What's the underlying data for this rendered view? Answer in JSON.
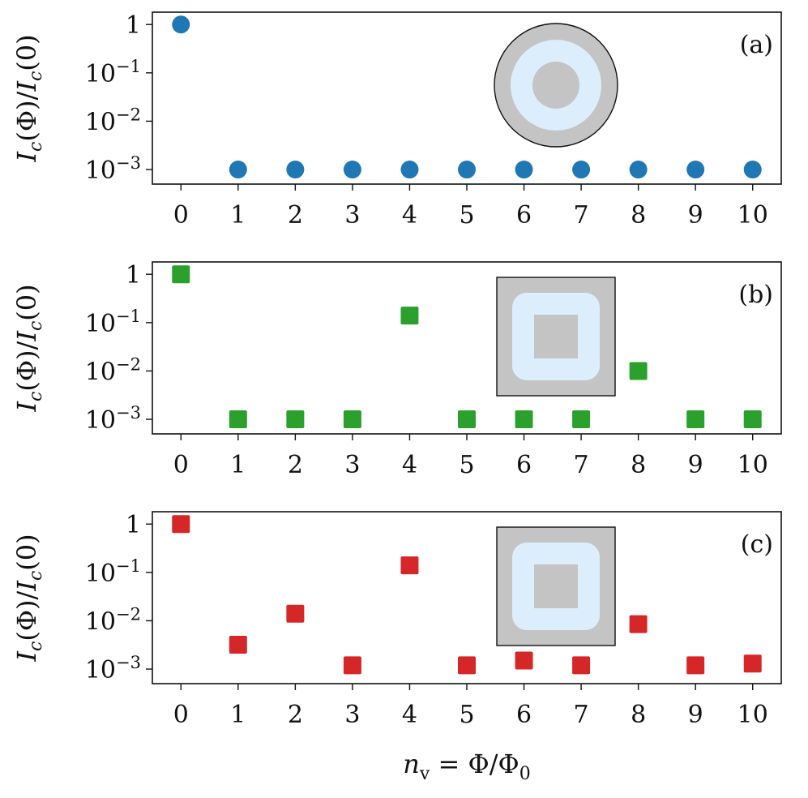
{
  "chart_data": [
    {
      "type": "scatter",
      "panel_label": "(a)",
      "ylabel": "I_c(Φ)/I_c(0)",
      "xlabel": "",
      "y_scale": "log",
      "ylim": [
        0.0005,
        1.8
      ],
      "xlim": [
        -0.5,
        10.5
      ],
      "x_ticks": [
        "0",
        "1",
        "2",
        "3",
        "4",
        "5",
        "6",
        "7",
        "8",
        "9",
        "10"
      ],
      "y_tick_values": [
        1,
        0.1,
        0.01,
        0.001
      ],
      "y_tick_labels": [
        {
          "base": "1",
          "exp": ""
        },
        {
          "base": "10",
          "exp": "−1"
        },
        {
          "base": "10",
          "exp": "−2"
        },
        {
          "base": "10",
          "exp": "−3"
        }
      ],
      "grid": false,
      "marker": "circle",
      "color": "#1f77b4",
      "inset_shape": "circle",
      "inset_colors": {
        "outer": "#c4c4c4",
        "ring": "#dceefb",
        "inner": "#c4c4c4"
      },
      "series": [
        {
          "x": [
            0,
            1,
            2,
            3,
            4,
            5,
            6,
            7,
            8,
            9,
            10
          ],
          "y": [
            1,
            0.001,
            0.001,
            0.001,
            0.001,
            0.001,
            0.001,
            0.001,
            0.001,
            0.001,
            0.001
          ]
        }
      ]
    },
    {
      "type": "scatter",
      "panel_label": "(b)",
      "ylabel": "I_c(Φ)/I_c(0)",
      "xlabel": "",
      "y_scale": "log",
      "ylim": [
        0.0005,
        1.8
      ],
      "xlim": [
        -0.5,
        10.5
      ],
      "x_ticks": [
        "0",
        "1",
        "2",
        "3",
        "4",
        "5",
        "6",
        "7",
        "8",
        "9",
        "10"
      ],
      "y_tick_values": [
        1,
        0.1,
        0.01,
        0.001
      ],
      "y_tick_labels": [
        {
          "base": "1",
          "exp": ""
        },
        {
          "base": "10",
          "exp": "−1"
        },
        {
          "base": "10",
          "exp": "−2"
        },
        {
          "base": "10",
          "exp": "−3"
        }
      ],
      "grid": false,
      "marker": "square",
      "color": "#2ca02c",
      "inset_shape": "square",
      "inset_colors": {
        "outer": "#c4c4c4",
        "ring": "#dceefb",
        "inner": "#c4c4c4"
      },
      "series": [
        {
          "x": [
            0,
            1,
            2,
            3,
            4,
            5,
            6,
            7,
            8,
            9,
            10
          ],
          "y": [
            1,
            0.001,
            0.001,
            0.001,
            0.14,
            0.001,
            0.001,
            0.001,
            0.01,
            0.001,
            0.001
          ]
        }
      ]
    },
    {
      "type": "scatter",
      "panel_label": "(c)",
      "ylabel": "I_c(Φ)/I_c(0)",
      "xlabel": "n_v = Φ/Φ_0",
      "y_scale": "log",
      "ylim": [
        0.0005,
        1.8
      ],
      "xlim": [
        -0.5,
        10.5
      ],
      "x_ticks": [
        "0",
        "1",
        "2",
        "3",
        "4",
        "5",
        "6",
        "7",
        "8",
        "9",
        "10"
      ],
      "y_tick_values": [
        1,
        0.1,
        0.01,
        0.001
      ],
      "y_tick_labels": [
        {
          "base": "1",
          "exp": ""
        },
        {
          "base": "10",
          "exp": "−1"
        },
        {
          "base": "10",
          "exp": "−2"
        },
        {
          "base": "10",
          "exp": "−3"
        }
      ],
      "grid": false,
      "marker": "square",
      "color": "#d62728",
      "inset_shape": "square",
      "inset_colors": {
        "outer": "#c4c4c4",
        "ring": "#dceefb",
        "inner": "#c4c4c4"
      },
      "series": [
        {
          "x": [
            0,
            1,
            2,
            3,
            4,
            5,
            6,
            7,
            8,
            9,
            10
          ],
          "y": [
            1,
            0.0032,
            0.014,
            0.0012,
            0.14,
            0.0012,
            0.0015,
            0.0012,
            0.0085,
            0.0012,
            0.0013
          ]
        }
      ]
    }
  ]
}
